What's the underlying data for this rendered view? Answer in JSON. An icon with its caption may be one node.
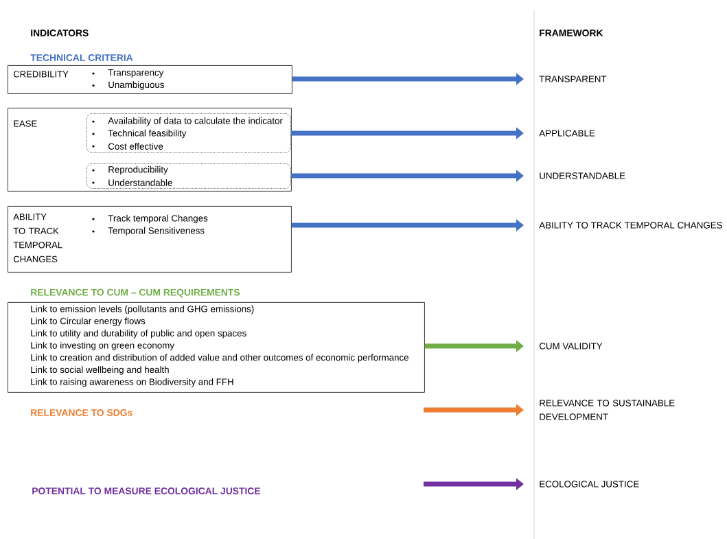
{
  "diagram": {
    "nodes": [
      {
        "text": [
          "CREDIBILITY",
          "Transparency",
          "Unambiguous"
        ]
      },
      {
        "text": [
          "EASE"
        ]
      },
      {
        "text": [
          "Availability of data to calculate the indicator",
          "Technical feasibility",
          "Cost effective"
        ],
        "in": 1
      },
      {
        "text": [
          "Reproducibility",
          "Understandable"
        ],
        "in": 1
      },
      {
        "text": [
          "ABILITY TO TRACK TEMPORAL CHANGES",
          "Track temporal Changes",
          "Temporal Sensitiveness"
        ]
      },
      {
        "text": [
          "RELEVANCE TO CUM – CUM REQUIREMENTS",
          "Link to emission levels (pollutants and GHG emissions)",
          "Link to Circular energy flows",
          "Link to utility and durability of public and open spaces",
          "Link to investing on green economy",
          "Link to creation and distribution of added value and other outcomes of economic performance",
          "Link to social wellbeing and health",
          "Link to raising awareness on Biodiversity and FFH"
        ]
      },
      {
        "text": [
          "TRANSPARENT"
        ]
      },
      {
        "text": [
          "APPLICABLE"
        ]
      },
      {
        "text": [
          "UNDERSTANDABLE"
        ]
      },
      {
        "text": [
          "ABILITY TO TRACK TEMPORAL CHANGES"
        ]
      },
      {
        "text": [
          "CUM VALIDITY"
        ]
      },
      {
        "text": [
          "RELEVANCE TO SUSTAINABLE DEVELOPMENT"
        ]
      },
      {
        "text": [
          "ECOLOGICAL JUSTICE"
        ]
      }
    ],
    "edges": [
      {
        "from": 0,
        "to": 6,
        "arrow": "to"
      },
      {
        "from": 2,
        "to": 7,
        "arrow": "to"
      },
      {
        "from": 3,
        "to": 8,
        "arrow": "to"
      },
      {
        "from": 4,
        "to": 9,
        "arrow": "to"
      },
      {
        "from": 5,
        "to": 10,
        "arrow": "to",
        "color": "#70ad47"
      },
      {
        "from": null,
        "to": 11,
        "arrow": "to",
        "color": "#ed7d31"
      },
      {
        "from": null,
        "to": 12,
        "arrow": "to",
        "color": "#7030a0"
      }
    ],
    "labels": [
      "INDICATORS",
      "FRAMEWORK",
      "TECHNICAL CRITERIA",
      "RELEVANCE TO SDGs",
      "POTENTIAL TO MEASURE ECOLOGICAL JUSTICE"
    ]
  }
}
